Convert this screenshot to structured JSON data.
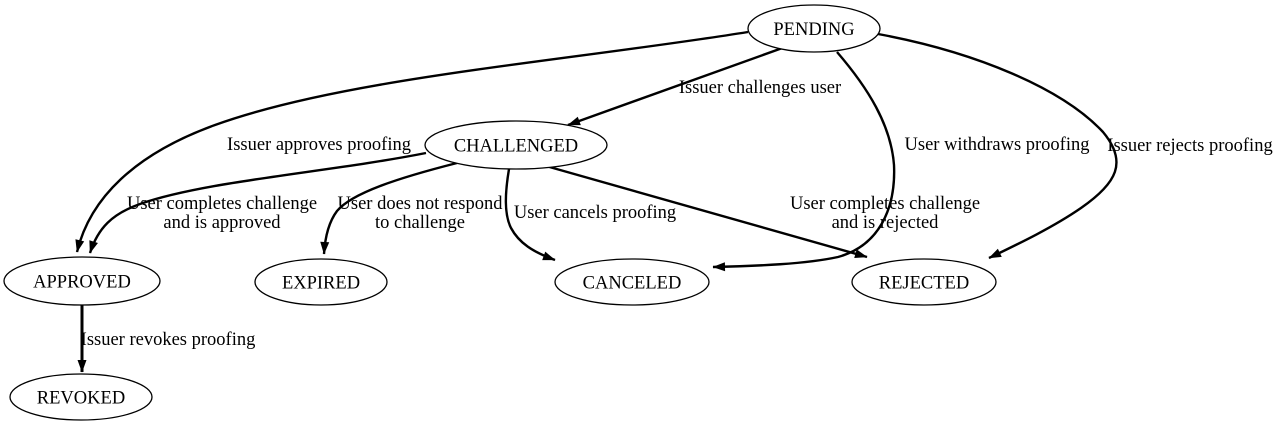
{
  "diagram": {
    "kind": "state-transition-graph",
    "colors": {
      "background": "#ffffff",
      "node_fill": "#ffffff",
      "stroke": "#000000",
      "text": "#000000"
    },
    "nodes": {
      "pending": {
        "label": "PENDING"
      },
      "challenged": {
        "label": "CHALLENGED"
      },
      "approved": {
        "label": "APPROVED"
      },
      "expired": {
        "label": "EXPIRED"
      },
      "canceled": {
        "label": "CANCELED"
      },
      "rejected": {
        "label": "REJECTED"
      },
      "revoked": {
        "label": "REVOKED"
      }
    },
    "edges": {
      "pending_challenged": {
        "from": "PENDING",
        "to": "CHALLENGED",
        "label": "Issuer challenges user"
      },
      "pending_approved": {
        "from": "PENDING",
        "to": "APPROVED",
        "label": "Issuer approves proofing"
      },
      "pending_canceled": {
        "from": "PENDING",
        "to": "CANCELED",
        "label": "User withdraws proofing"
      },
      "pending_rejected": {
        "from": "PENDING",
        "to": "REJECTED",
        "label": "Issuer rejects proofing"
      },
      "challenged_approved": {
        "from": "CHALLENGED",
        "to": "APPROVED",
        "label_line1": "User completes challenge",
        "label_line2": "and is approved"
      },
      "challenged_expired": {
        "from": "CHALLENGED",
        "to": "EXPIRED",
        "label_line1": "User does not respond",
        "label_line2": "to challenge"
      },
      "challenged_canceled": {
        "from": "CHALLENGED",
        "to": "CANCELED",
        "label": "User cancels proofing"
      },
      "challenged_rejected": {
        "from": "CHALLENGED",
        "to": "REJECTED",
        "label_line1": "User completes challenge",
        "label_line2": "and is rejected"
      },
      "approved_revoked": {
        "from": "APPROVED",
        "to": "REVOKED",
        "label": "Issuer revokes proofing"
      }
    }
  }
}
